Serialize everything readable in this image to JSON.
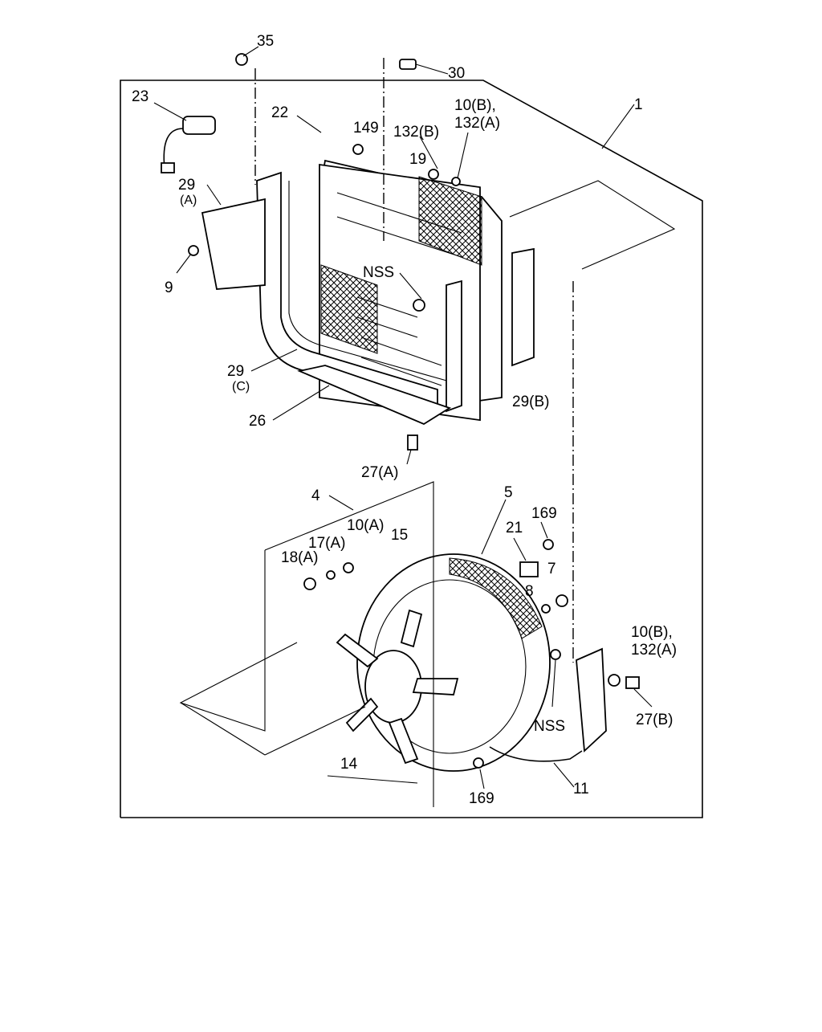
{
  "labels": {
    "l35": "35",
    "l30": "30",
    "l23": "23",
    "l22": "22",
    "l149": "149",
    "l132b": "132(B)",
    "l10b_a": "10(B),",
    "l10b_b": "132(A)",
    "l1": "1",
    "l19": "19",
    "l29a_a": "29",
    "l29a_b": "(A)",
    "l9": "9",
    "lnss1": "NSS",
    "l29c_a": "29",
    "l29c_b": "(C)",
    "l29b": "29(B)",
    "l26": "26",
    "l27a": "27(A)",
    "l4": "4",
    "l10a": "10(A)",
    "l17a": "17(A)",
    "l18a": "18(A)",
    "l15": "15",
    "l5": "5",
    "l169a": "169",
    "l21": "21",
    "l7": "7",
    "l8": "8",
    "l10b2_a": "10(B),",
    "l10b2_b": "132(A)",
    "lnss2": "NSS",
    "l27b": "27(B)",
    "l14": "14",
    "l169b": "169",
    "l11": "11"
  }
}
